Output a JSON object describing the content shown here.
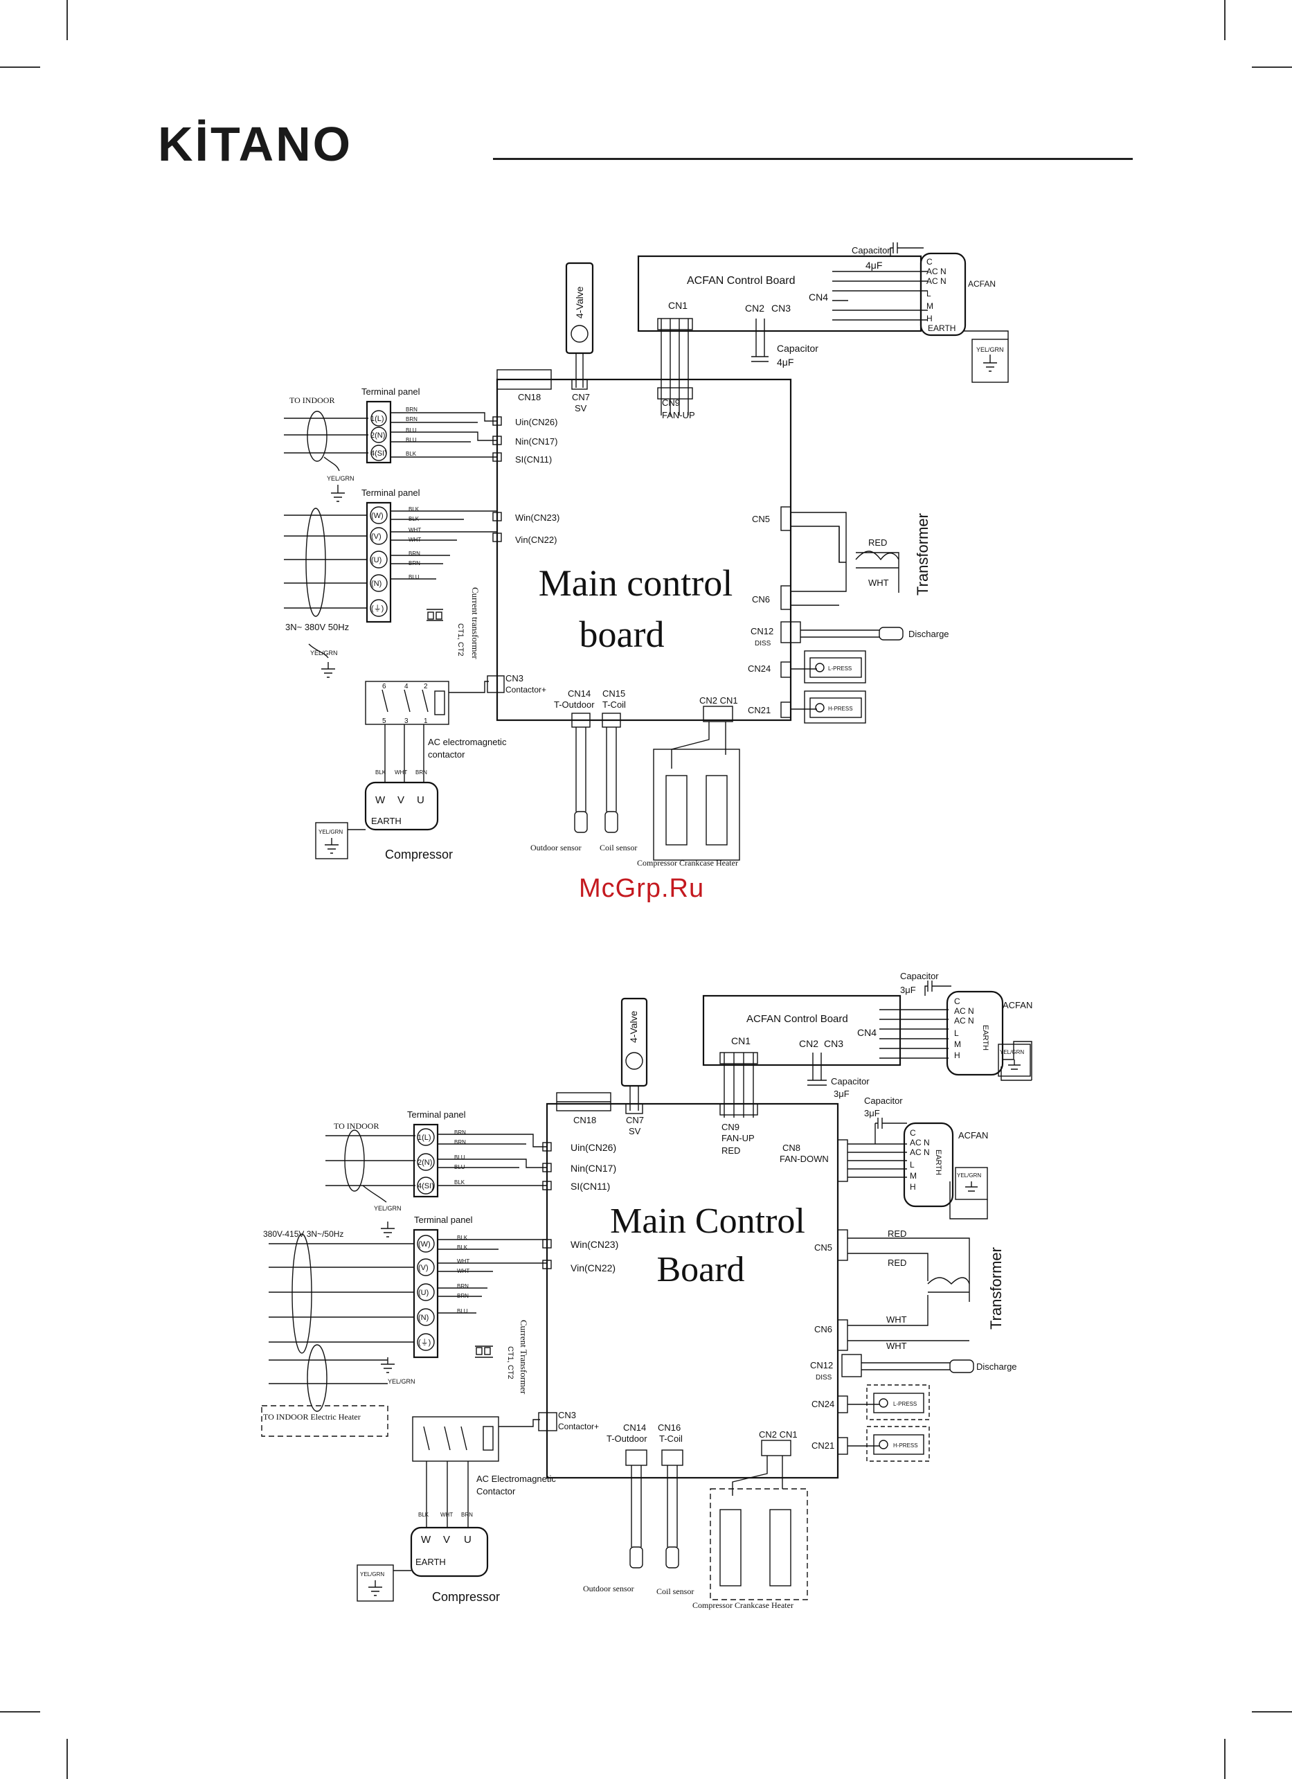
{
  "header": {
    "brand": "KİTANO"
  },
  "watermark": "McGrp.Ru",
  "diagram1": {
    "board_title_line1": "Main control",
    "board_title_line2": "board",
    "acfan_board": "ACFAN Control Board",
    "cn1": "CN1",
    "cn2": "CN2",
    "cn3": "CN3",
    "cn4": "CN4",
    "capacitor_top": "Capacitor",
    "capacitor_top_val": "4μF",
    "capacitor_mid": "Capacitor",
    "capacitor_mid_val": "4μF",
    "acfan": "ACFAN",
    "acfan_pins": [
      "C",
      "AC N",
      "AC N",
      "L",
      "M",
      "H",
      "EARTH"
    ],
    "four_valve": "4-Valve",
    "cn18": "CN18",
    "cn7": "CN7",
    "sv": "SV",
    "cn9": "CN9",
    "fan_up": "FAN-UP",
    "to_indoor": "TO INDOOR",
    "terminal_panel_1": "Terminal panel",
    "terminal_panel_2": "Terminal panel",
    "tp1_terms": [
      "1(L)",
      "2(N)",
      "4(SI)"
    ],
    "tp1_wires": [
      "BRN",
      "BRN",
      "BLU",
      "BLU",
      "BLK"
    ],
    "tp2_terms": [
      "(W)",
      "(V)",
      "(U)",
      "(N)",
      "(⏚)"
    ],
    "tp2_wires": [
      "BLK",
      "BLK",
      "WHT",
      "WHT",
      "BRN",
      "BRN",
      "BLU"
    ],
    "uin": "Uin(CN26)",
    "nin": "Nin(CN17)",
    "si": "SI(CN11)",
    "win": "Win(CN23)",
    "vin": "Vin(CN22)",
    "yel_gen": "YEL/GRN",
    "supply": "3N~ 380V 50Hz",
    "ct": "Current transformer",
    "ct_sub": "CT1, CT2",
    "cn3_contactor": "CN3",
    "contactor_plus": "Contactor+",
    "contactor_pins_top": [
      "6",
      "4",
      "2"
    ],
    "contactor_pins_bot": [
      "5",
      "3",
      "1"
    ],
    "ac_contactor_l1": "AC electromagnetic",
    "ac_contactor_l2": "contactor",
    "comp_wires": [
      "BLK",
      "WHT",
      "BRN"
    ],
    "comp_terms": [
      "W",
      "V",
      "U"
    ],
    "earth": "EARTH",
    "compressor": "Compressor",
    "cn14": "CN14",
    "t_outdoor": "T-Outdoor",
    "cn15": "CN15",
    "t_coil": "T-Coil",
    "cn2cn1": "CN2 CN1",
    "outdoor_sensor": "Outdoor sensor",
    "coil_sensor": "Coil sensor",
    "crankcase": "Compressor Crankcase Heater",
    "cn5": "CN5",
    "cn6": "CN6",
    "red": "RED",
    "wht": "WHT",
    "transformer": "Transformer",
    "cn12": "CN12",
    "diss": "DISS",
    "discharge": "Discharge",
    "cn24": "CN24",
    "l_press": "L-PRESS",
    "cn21": "CN21",
    "h_press": "H-PRESS"
  },
  "diagram2": {
    "board_title_line1": "Main Control",
    "board_title_line2": "Board",
    "acfan_board": "ACFAN Control Board",
    "cn1": "CN1",
    "cn2": "CN2",
    "cn3": "CN3",
    "cn4": "CN4",
    "capacitor_top": "Capacitor",
    "capacitor_top_val": "3μF",
    "capacitor_mid": "Capacitor",
    "capacitor_mid_val": "3μF",
    "capacitor_fan2": "Capacitor",
    "capacitor_fan2_val": "3μF",
    "acfan_1": "ACFAN",
    "acfan_2": "ACFAN",
    "acfan_pins": [
      "C",
      "AC N",
      "AC N",
      "L",
      "M",
      "H",
      "EARTH"
    ],
    "four_valve": "4-Valve",
    "cn18": "CN18",
    "cn7": "CN7",
    "sv": "SV",
    "cn9": "CN9",
    "fan_up": "FAN-UP",
    "red": "RED",
    "cn8": "CN8",
    "fan_down": "FAN-DOWN",
    "to_indoor": "TO INDOOR",
    "terminal_panel_1": "Terminal panel",
    "terminal_panel_2": "Terminal panel",
    "tp1_terms": [
      "1(L)",
      "2(N)",
      "4(SI)"
    ],
    "tp1_wires": [
      "BRN",
      "BRN",
      "BLU",
      "BLU",
      "BLK"
    ],
    "tp2_terms": [
      "(W)",
      "(V)",
      "(U)",
      "(N)",
      "(⏚)"
    ],
    "tp2_wires": [
      "BLK",
      "BLK",
      "WHT",
      "WHT",
      "BRN",
      "BRN",
      "BLU"
    ],
    "uin": "Uin(CN26)",
    "nin": "Nin(CN17)",
    "si": "SI(CN11)",
    "win": "Win(CN23)",
    "vin": "Vin(CN22)",
    "yel_gen": "YEL/GRN",
    "supply": "380V-415V 3N~/50Hz",
    "to_indoor_heater": "TO INDOOR Electric Heater",
    "ct": "Current Transformer",
    "ct_sub": "CT1, CT2",
    "cn3_contactor": "CN3",
    "contactor_plus": "Contactor+",
    "ac_contactor_l1": "AC Electromagnetic",
    "ac_contactor_l2": "Contactor",
    "comp_wires": [
      "BLK",
      "WHT",
      "BRN"
    ],
    "comp_terms": [
      "W",
      "V",
      "U"
    ],
    "earth": "EARTH",
    "compressor": "Compressor",
    "cn14": "CN14",
    "t_outdoor": "T-Outdoor",
    "cn16": "CN16",
    "t_coil": "T-Coil",
    "cn2cn1": "CN2 CN1",
    "outdoor_sensor": "Outdoor sensor",
    "coil_sensor": "Coil sensor",
    "crankcase": "Compressor Crankcase Heater",
    "cn5": "CN5",
    "cn6": "CN6",
    "red_a": "RED",
    "red_b": "RED",
    "wht_a": "WHT",
    "wht_b": "WHT",
    "transformer": "Transformer",
    "cn12": "CN12",
    "diss": "DISS",
    "discharge": "Discharge",
    "cn24": "CN24",
    "l_press": "L-PRESS",
    "cn21": "CN21",
    "h_press": "H-PRESS"
  }
}
